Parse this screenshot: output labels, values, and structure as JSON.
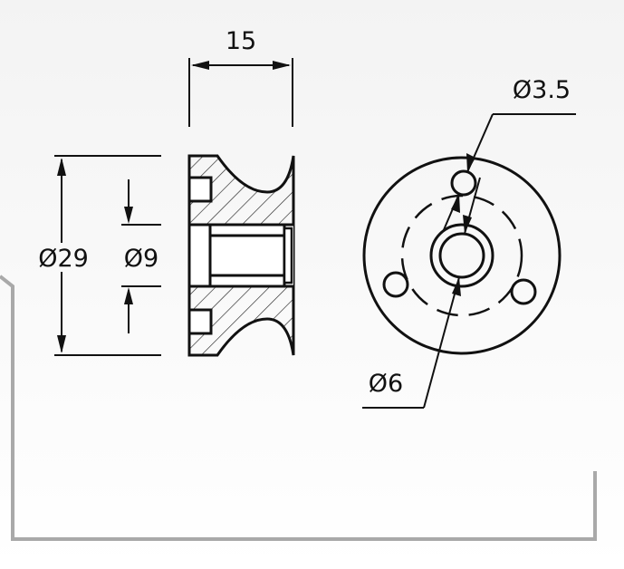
{
  "drawing": {
    "dimensions": {
      "width_label": "15",
      "outer_diameter_label": "Ø29",
      "bore_diameter_label": "Ø9",
      "pin_hole_diameter_label": "Ø3.5",
      "hub_diameter_label": "Ø6"
    },
    "colors": {
      "line": "#111111",
      "hatch": "#222222",
      "border": "#a9a9a9",
      "background_top": "#f4f4f4",
      "background_bottom": "#ffffff"
    }
  }
}
